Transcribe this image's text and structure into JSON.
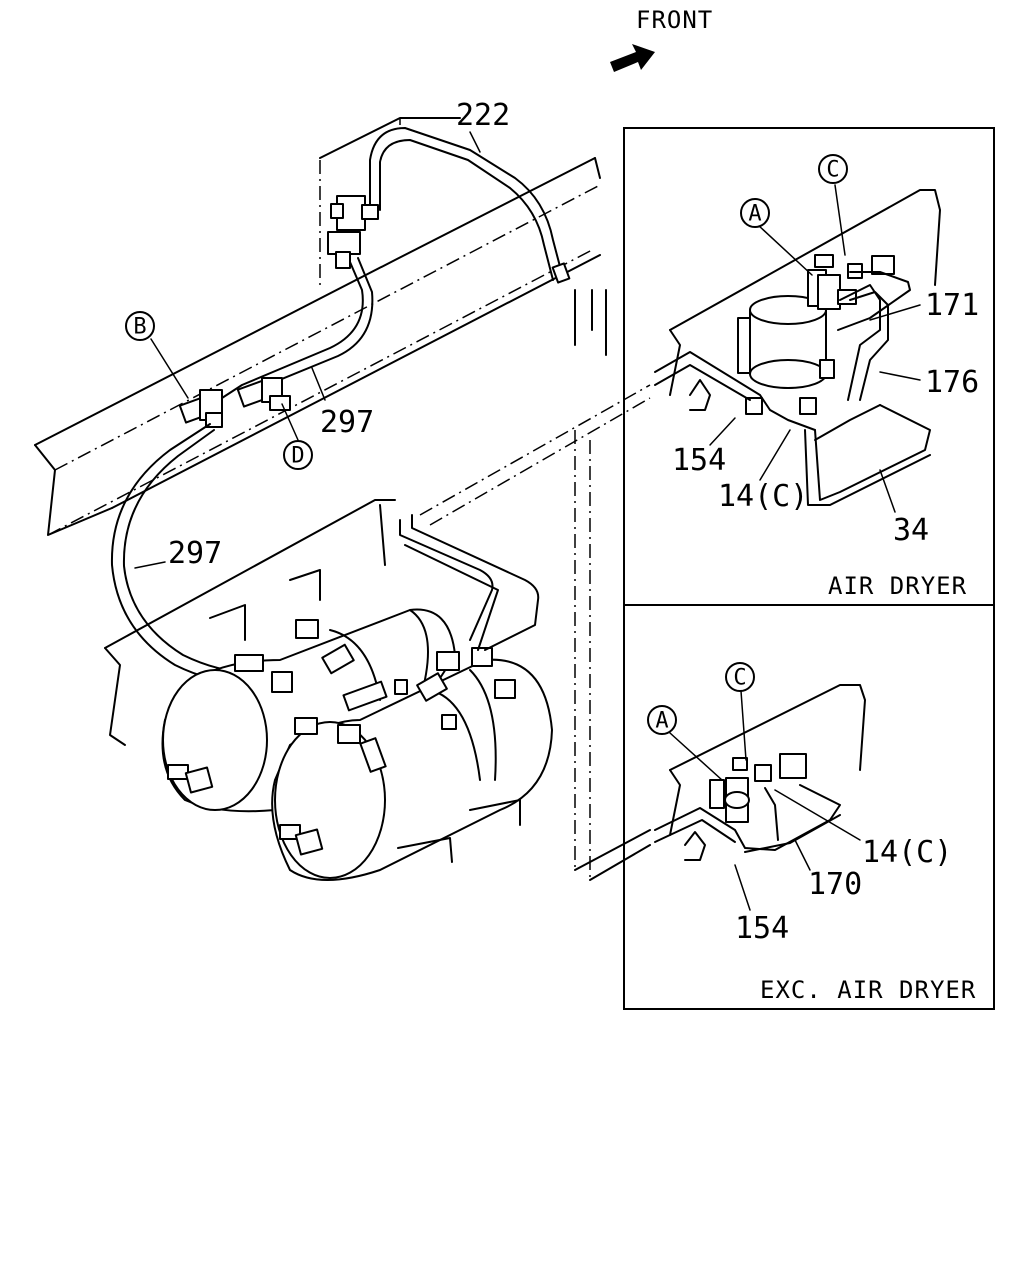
{
  "diagram": {
    "front_label": "FRONT",
    "part_labels": {
      "p222": "222",
      "p297_top": "297",
      "p297_left": "297",
      "p171": "171",
      "p176": "176",
      "p154_air": "154",
      "p14c_air": "14(C)",
      "p34": "34",
      "p14c_exc": "14(C)",
      "p170": "170",
      "p154_exc": "154"
    },
    "callouts": {
      "b": "B",
      "d": "D",
      "a_air": "A",
      "c_air": "C",
      "a_exc": "A",
      "c_exc": "C"
    },
    "insets": {
      "air_dryer_caption": "AIR DRYER",
      "exc_air_dryer_caption": "EXC. AIR DRYER"
    }
  }
}
